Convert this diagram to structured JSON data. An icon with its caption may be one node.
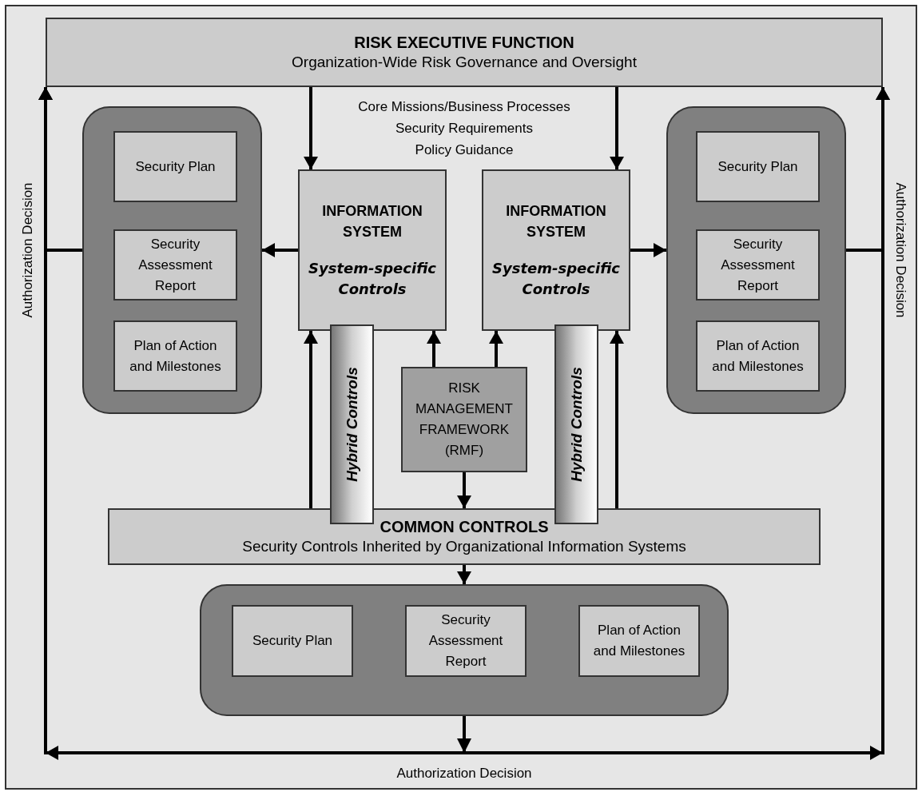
{
  "diagram": {
    "nodes": [
      {
        "text": [
          "RISK EXECUTIVE FUNCTION",
          "Organization-Wide Risk Governance and Oversight"
        ]
      },
      {
        "text": [],
        "shape": "box"
      },
      {
        "text": [
          "Security Plan"
        ],
        "in": 1
      },
      {
        "text": [
          "Security Assessment Report"
        ],
        "in": 1
      },
      {
        "text": [
          "Plan of Action and Milestones"
        ],
        "in": 1
      },
      {
        "text": [
          "INFORMATION SYSTEM",
          "System-speciﬁc Controls"
        ]
      },
      {
        "text": [
          "INFORMATION SYSTEM",
          "System-speciﬁc Controls"
        ]
      },
      {
        "text": [],
        "shape": "box"
      },
      {
        "text": [
          "Security Plan"
        ],
        "in": 7
      },
      {
        "text": [
          "Security Assessment Report"
        ],
        "in": 7
      },
      {
        "text": [
          "Plan of Action and Milestones"
        ],
        "in": 7
      },
      {
        "text": [
          "Hybrid Controls"
        ]
      },
      {
        "text": [
          "RISK MANAGEMENT FRAMEWORK (RMF)"
        ]
      },
      {
        "text": [
          "Hybrid Controls"
        ]
      },
      {
        "text": [
          "COMMON CONTROLS",
          "Security Controls Inherited by Organizational Information Systems"
        ]
      },
      {
        "text": [],
        "shape": "box"
      },
      {
        "text": [
          "Security Plan"
        ],
        "in": 15
      },
      {
        "text": [
          "Security Assessment Report"
        ],
        "in": 15
      },
      {
        "text": [
          "Plan of Action and Milestones"
        ],
        "in": 15
      }
    ],
    "edges": [
      {
        "from": 0,
        "to": 5,
        "arrow": "to"
      },
      {
        "from": 0,
        "to": 6,
        "arrow": "to"
      },
      {
        "from": 5,
        "to": 1,
        "arrow": "to"
      },
      {
        "from": 6,
        "to": 7,
        "arrow": "to"
      },
      {
        "from": 1,
        "to": 0,
        "arrow": "to",
        "label": "Authorization Decision"
      },
      {
        "from": 7,
        "to": 0,
        "arrow": "to",
        "label": "Authorization Decision"
      },
      {
        "from": 15,
        "to": 0,
        "arrow": "to",
        "label": "Authorization Decision"
      },
      {
        "from": 14,
        "to": 5,
        "arrow": "to"
      },
      {
        "from": 14,
        "to": 6,
        "arrow": "to"
      },
      {
        "from": 12,
        "to": 5,
        "arrow": "to"
      },
      {
        "from": 12,
        "to": 6,
        "arrow": "to"
      },
      {
        "from": 12,
        "to": 14,
        "arrow": "to"
      },
      {
        "from": 14,
        "to": 15,
        "arrow": "to"
      }
    ],
    "labels": [
      "Core Missions/Business Processes",
      "Security Requirements",
      "Policy Guidance"
    ]
  }
}
